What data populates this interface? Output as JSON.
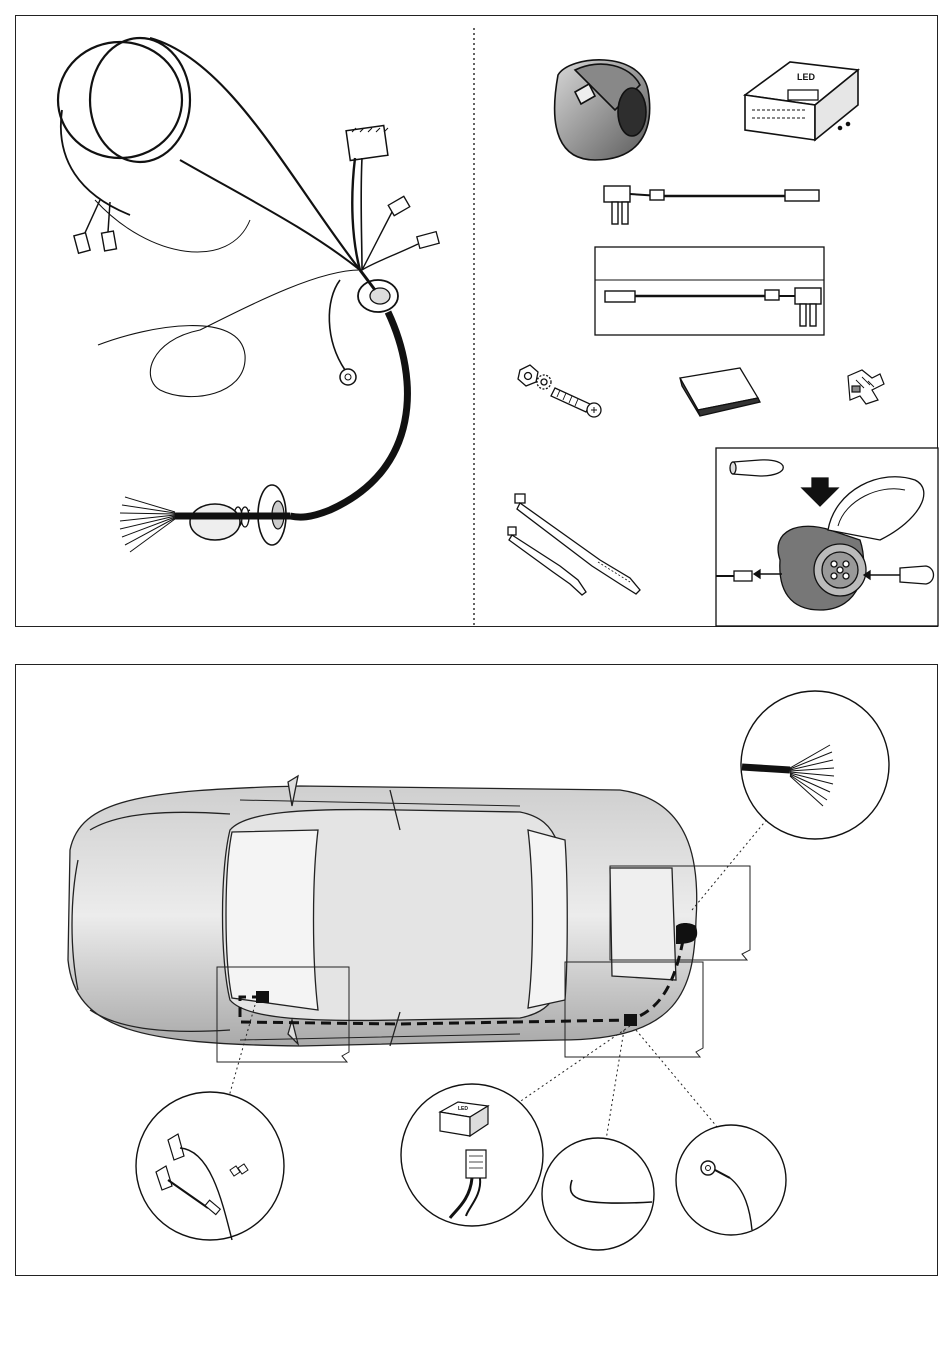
{
  "module_label": "LED",
  "colors": {
    "line": "#1a1a1a",
    "cable": "#111111",
    "car_body": "#d9d9d9",
    "car_shade": "#9a9a9a",
    "socket_grey": "#4a4a4a"
  },
  "top_panel": {
    "items": [
      {
        "name": "wiring-harness",
        "icon": "harness-icon"
      },
      {
        "name": "towbar-socket-13pin",
        "icon": "socket-icon"
      },
      {
        "name": "led-control-module",
        "icon": "module-icon"
      },
      {
        "name": "fuse-tap-cable-a",
        "icon": "fuse-tap-icon"
      },
      {
        "name": "fuse-tap-cable-b",
        "icon": "fuse-tap-icon"
      },
      {
        "name": "bolt-nut-washer",
        "icon": "bolt-icon"
      },
      {
        "name": "adhesive-pad",
        "icon": "pad-icon"
      },
      {
        "name": "wire-splice-clip",
        "icon": "clip-icon"
      },
      {
        "name": "cable-ties",
        "icon": "cable-tie-icon"
      },
      {
        "name": "pin-insertion-detail",
        "icon": "pin-tool-icon"
      }
    ]
  },
  "bottom_panel": {
    "callouts": [
      {
        "name": "rear-socket-wires-detail",
        "icon": "wire-fan-icon"
      },
      {
        "name": "front-fuse-connection-detail",
        "icon": "fuse-tap-icon"
      },
      {
        "name": "module-connection-detail",
        "icon": "module-icon"
      },
      {
        "name": "loose-wire-detail",
        "icon": "wire-icon"
      },
      {
        "name": "ground-eyelet-detail",
        "icon": "eyelet-icon"
      }
    ]
  }
}
